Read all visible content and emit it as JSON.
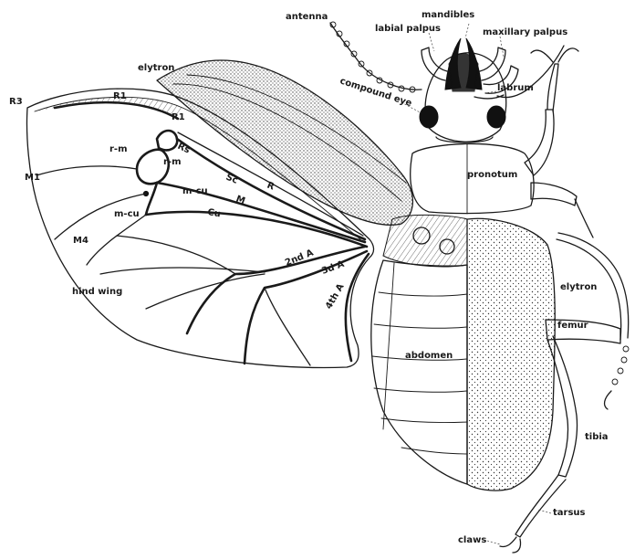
{
  "labels": {
    "antenna": "antenna",
    "mandibles": "mandibles",
    "labial_palpus": "labial palpus",
    "maxillary_palpus": "maxillary palpus",
    "labrum": "labrum",
    "compound_eye": "compound eye",
    "elytron_top": "elytron",
    "pronotum": "pronotum",
    "elytron_right": "elytron",
    "femur": "femur",
    "abdomen": "abdomen",
    "tibia": "tibia",
    "tarsus": "tarsus",
    "claws": "claws",
    "hind_wing": "hind wing",
    "vein_R3": "R3",
    "vein_R1": "R1",
    "vein_R1b": "R1",
    "vein_Rs": "Rs",
    "vein_rm": "r-m",
    "vein_rrm": "r-m",
    "vein_Sc": "Sc",
    "vein_R": "R",
    "vein_M1": "M1",
    "vein_mcu": "m-cu",
    "vein_M": "M",
    "vein_mcu2": "m-cu",
    "vein_Cu": "Cu",
    "vein_M4": "M4",
    "vein_2ndA": "2nd A",
    "vein_3dA": "3d A",
    "vein_4thA": "4th A"
  }
}
